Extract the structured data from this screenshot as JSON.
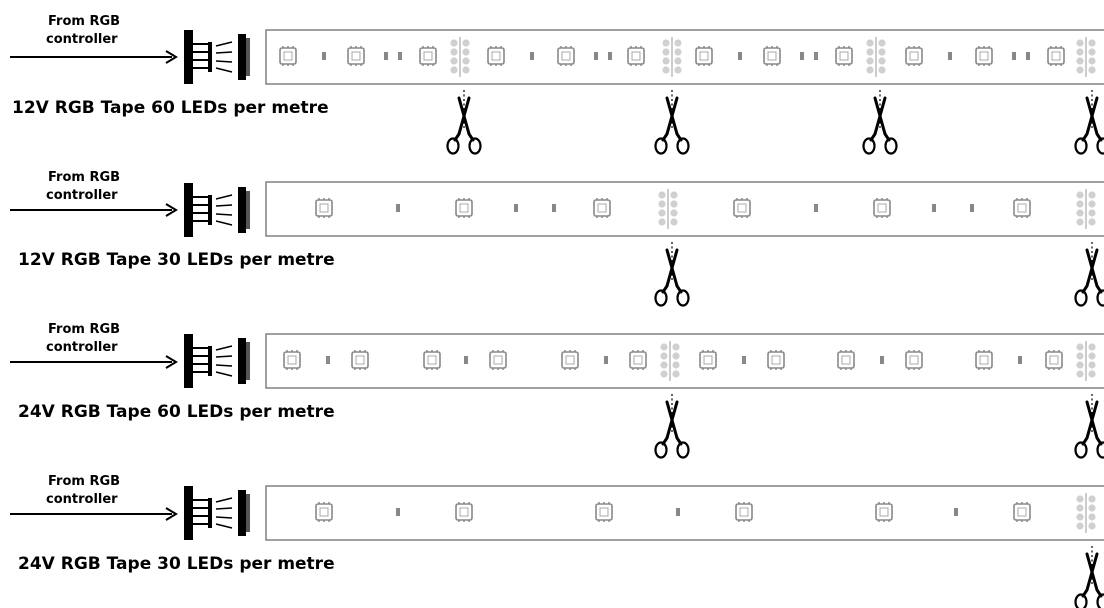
{
  "rows": [
    {
      "source_line1": "From RGB",
      "source_line2": "controller",
      "title": "12V RGB Tape 60 LEDs per metre",
      "leds_per_metre": 60,
      "voltage": "12V"
    },
    {
      "source_line1": "From RGB",
      "source_line2": "controller",
      "title": "12V RGB Tape 30 LEDs per metre",
      "leds_per_metre": 30,
      "voltage": "12V"
    },
    {
      "source_line1": "From RGB",
      "source_line2": "controller",
      "title": "24V RGB Tape 60 LEDs per metre",
      "leds_per_metre": 60,
      "voltage": "24V"
    },
    {
      "source_line1": "From RGB",
      "source_line2": "controller",
      "title": "24V RGB Tape 30 LEDs per metre",
      "leds_per_metre": 30,
      "voltage": "24V"
    }
  ],
  "icons": {
    "cut": "scissors-icon",
    "connector": "connector-pins-icon",
    "led": "led-chip-icon"
  },
  "colors": {
    "tape_outline": "#777777",
    "chip": "#888888",
    "pad": "#d0d0d0",
    "ink": "#000000"
  }
}
